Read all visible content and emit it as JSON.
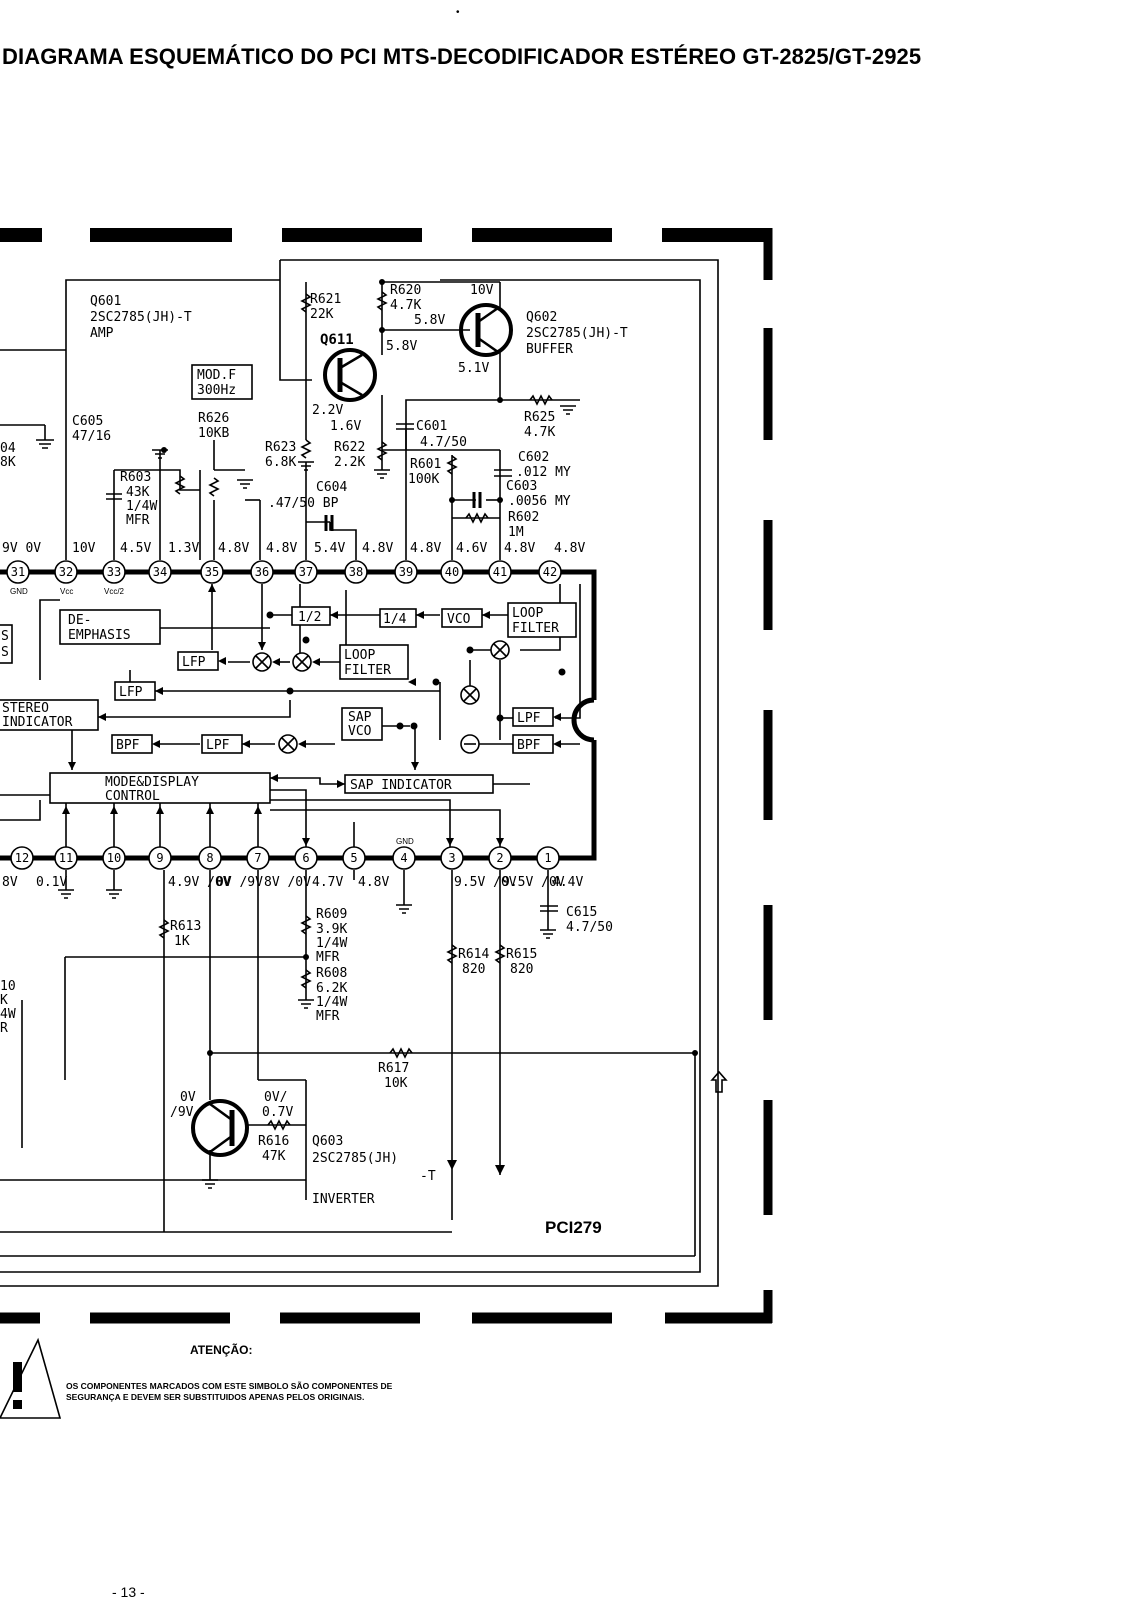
{
  "title": "DIAGRAMA ESQUEMÁTICO DO PCI MTS-DECODIFICADOR ESTÉREO GT-2825/GT-2925",
  "board_id": "PCI279",
  "warning": {
    "title": "ATENÇÃO:",
    "text": "OS COMPONENTES MARCADOS COM ESTE SIMBOLO SÃO COMPONENTES DE SEGURANÇA E DEVEM SER SUBSTITUIDOS APENAS PELOS ORIGINAIS.",
    "icon": "warning-triangle-icon"
  },
  "page_number": "- 13 -",
  "transistors": {
    "q601": [
      "Q601",
      "2SC2785(JH)-T",
      "AMP"
    ],
    "q602": [
      "Q602",
      "2SC2785(JH)-T",
      "BUFFER"
    ],
    "q611": "Q611",
    "q603": [
      "Q603",
      "2SC2785(JH)",
      "-T",
      "INVERTER"
    ]
  },
  "components": {
    "r621": [
      "R621",
      "22K"
    ],
    "r620": [
      "R620",
      "4.7K"
    ],
    "r626": [
      "R626",
      "10KB"
    ],
    "r603": [
      "R603",
      "43K",
      "1/4W",
      "MFR"
    ],
    "c605": [
      "C605",
      "47/16"
    ],
    "r623": [
      "R623",
      "6.8K"
    ],
    "r622": [
      "R622",
      "2.2K"
    ],
    "c601": [
      "C601",
      "4.7/50"
    ],
    "r625": [
      "R625",
      "4.7K"
    ],
    "c602": [
      "C602",
      ".012 MY"
    ],
    "c603": [
      "C603",
      ".0056 MY"
    ],
    "r601": [
      "R601",
      "100K"
    ],
    "r602": [
      "R602",
      "1M"
    ],
    "c604": [
      "C604",
      ".47/50 BP"
    ],
    "r609": [
      "R609",
      "3.9K",
      "1/4W",
      "MFR"
    ],
    "r608": [
      "R608",
      "6.2K",
      "1/4W",
      "MFR"
    ],
    "r613": [
      "R613",
      "1K"
    ],
    "r614": [
      "R614",
      "820"
    ],
    "r615": [
      "R615",
      "820"
    ],
    "c615": [
      "C615",
      "4.7/50"
    ],
    "r617": [
      "R617",
      "10K"
    ],
    "r616": [
      "R616",
      "47K"
    ],
    "mod_f": [
      "MOD.F",
      "300Hz"
    ],
    "r604_partial": [
      "04",
      "8K"
    ],
    "r610_partial": [
      "10",
      "K",
      "4W",
      "R"
    ]
  },
  "voltages": {
    "v10": "10V",
    "v58a": "5.8V",
    "v58b": "5.8V",
    "v51": "5.1V",
    "v22": "2.2V",
    "v16": "1.6V",
    "q603_left": [
      "0V",
      "/9V"
    ],
    "q603_right": [
      "0V/",
      "0.7V"
    ]
  },
  "top_pins": [
    {
      "n": "31",
      "v": "9V 0V",
      "sub": "GND"
    },
    {
      "n": "32",
      "v": "10V",
      "sub": "Vcc"
    },
    {
      "n": "33",
      "v": "4.5V",
      "sub": "Vcc/2"
    },
    {
      "n": "34",
      "v": "1.3V",
      "sub": ""
    },
    {
      "n": "35",
      "v": "4.8V",
      "sub": ""
    },
    {
      "n": "36",
      "v": "4.8V",
      "sub": ""
    },
    {
      "n": "37",
      "v": "5.4V",
      "sub": ""
    },
    {
      "n": "38",
      "v": "4.8V",
      "sub": ""
    },
    {
      "n": "39",
      "v": "4.8V",
      "sub": ""
    },
    {
      "n": "40",
      "v": "4.6V",
      "sub": ""
    },
    {
      "n": "41",
      "v": "4.8V",
      "sub": ""
    },
    {
      "n": "42",
      "v": "4.8V",
      "sub": ""
    }
  ],
  "bottom_pins": [
    {
      "n": "12",
      "v": "8V"
    },
    {
      "n": "11",
      "v": "0.1V"
    },
    {
      "n": "10",
      "v": ""
    },
    {
      "n": "9",
      "v": "4.9V /0V"
    },
    {
      "n": "8",
      "v": "0V /9V"
    },
    {
      "n": "7",
      "v": "8V /0V"
    },
    {
      "n": "6",
      "v": "4.7V"
    },
    {
      "n": "5",
      "v": "4.8V"
    },
    {
      "n": "4",
      "v": "",
      "sub": "GND"
    },
    {
      "n": "3",
      "v": "9.5V /0V"
    },
    {
      "n": "2",
      "v": "9.5V /0V"
    },
    {
      "n": "1",
      "v": "4.4V"
    }
  ],
  "blocks": {
    "de_emphasis": [
      "DE-",
      "EMPHASIS"
    ],
    "half": "1/2",
    "quarter": "1/4",
    "vco": "VCO",
    "loop_filter_1": [
      "LOOP",
      "FILTER"
    ],
    "loop_filter_2": [
      "LOOP",
      "FILTER"
    ],
    "lfp_1": "LFP",
    "lfp_2": "LFP",
    "stereo_indicator": [
      "STEREO",
      "INDICATOR"
    ],
    "sap_vco": [
      "SAP",
      "VCO"
    ],
    "bpf_1": "BPF",
    "lpf_1": "LPF",
    "lpf_2": "LPF",
    "bpf_2": "BPF",
    "sap_indicator": "SAP INDICATOR",
    "mode_display": [
      "MODE&DISPLAY",
      "CONTROL"
    ],
    "s_partial": [
      "S",
      "S"
    ]
  }
}
